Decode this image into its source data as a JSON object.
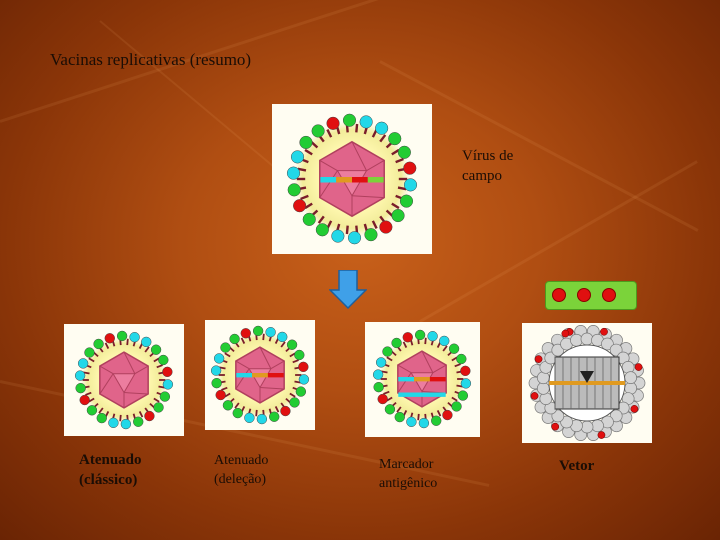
{
  "title": "Vacinas replicativas (resumo)",
  "labels": {
    "field_virus": "Vírus de\ncampo",
    "attenuated_classic": "Atenuado\n(clássico)",
    "attenuated_deletion": "Atenuado\n(deleção)",
    "antigenic_marker": "Marcador\nantigênico",
    "vector": "Vetor"
  },
  "colors": {
    "background": "#b04e12",
    "capsid": "#e0648a",
    "antigen_red": "#e01010",
    "antigen_green": "#22cc33",
    "antigen_cyan": "#22d8e8",
    "arrow": "#3fa0e8",
    "marker_box": "#7bd33a"
  }
}
